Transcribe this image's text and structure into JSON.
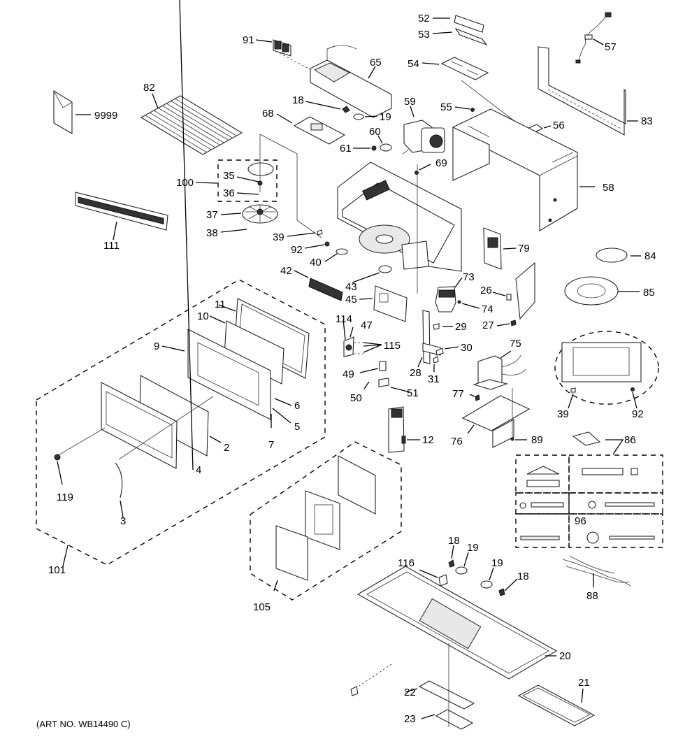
{
  "diagram": {
    "title": "Microwave oven exploded parts diagram",
    "caption": "(ART NO. WB14490 C)",
    "callouts": [
      {
        "id": "c9999",
        "text": "9999",
        "part": "owner-manual"
      },
      {
        "id": "c82",
        "text": "82",
        "part": "grease-filter-rack"
      },
      {
        "id": "c91",
        "text": "91",
        "part": "vent-grille"
      },
      {
        "id": "c65",
        "text": "65",
        "part": "vent-motor-bracket"
      },
      {
        "id": "c18a",
        "text": "18",
        "part": "lamp-socket"
      },
      {
        "id": "c19a",
        "text": "19",
        "part": "lamp"
      },
      {
        "id": "c68",
        "text": "68",
        "part": "cover-plate"
      },
      {
        "id": "c52",
        "text": "52",
        "part": "top-cover"
      },
      {
        "id": "c53",
        "text": "53",
        "part": "top-bracket"
      },
      {
        "id": "c54",
        "text": "54",
        "part": "damper-plate"
      },
      {
        "id": "c57",
        "text": "57",
        "part": "power-cord"
      },
      {
        "id": "c83",
        "text": "83",
        "part": "mounting-plate"
      },
      {
        "id": "c59",
        "text": "59",
        "part": "vent-fan-motor"
      },
      {
        "id": "c60",
        "text": "60",
        "part": "thermostat"
      },
      {
        "id": "c61",
        "text": "61",
        "part": "screw"
      },
      {
        "id": "c55",
        "text": "55",
        "part": "screw"
      },
      {
        "id": "c56",
        "text": "56",
        "part": "cover"
      },
      {
        "id": "c69",
        "text": "69",
        "part": "screw"
      },
      {
        "id": "c58",
        "text": "58",
        "part": "outer-case"
      },
      {
        "id": "c100",
        "text": "100",
        "part": "turntable-assembly"
      },
      {
        "id": "c35",
        "text": "35",
        "part": "coupler"
      },
      {
        "id": "c36",
        "text": "36",
        "part": "shaft"
      },
      {
        "id": "c37",
        "text": "37",
        "part": "roller-guide"
      },
      {
        "id": "c38",
        "text": "38",
        "part": "screw"
      },
      {
        "id": "c39a",
        "text": "39",
        "part": "latch"
      },
      {
        "id": "c92a",
        "text": "92",
        "part": "latch-spring"
      },
      {
        "id": "c40",
        "text": "40",
        "part": "stirrer"
      },
      {
        "id": "c111",
        "text": "111",
        "part": "vent-grille-front"
      },
      {
        "id": "c79",
        "text": "79",
        "part": "control-board"
      },
      {
        "id": "c84",
        "text": "84",
        "part": "roller-ring"
      },
      {
        "id": "c85",
        "text": "85",
        "part": "glass-tray"
      },
      {
        "id": "c42",
        "text": "42",
        "part": "grille"
      },
      {
        "id": "c43",
        "text": "43",
        "part": "turntable-motor"
      },
      {
        "id": "c45",
        "text": "45",
        "part": "main-pcb"
      },
      {
        "id": "c73",
        "text": "73",
        "part": "magnetron"
      },
      {
        "id": "c74",
        "text": "74",
        "part": "screw"
      },
      {
        "id": "c26",
        "text": "26",
        "part": "fuse"
      },
      {
        "id": "c27",
        "text": "27",
        "part": "thermal-cutout"
      },
      {
        "id": "c29",
        "text": "29",
        "part": "switch"
      },
      {
        "id": "c30",
        "text": "30",
        "part": "switch"
      },
      {
        "id": "c28",
        "text": "28",
        "part": "latch-board"
      },
      {
        "id": "c31",
        "text": "31",
        "part": "switch"
      },
      {
        "id": "c114",
        "text": "114",
        "part": "bracket"
      },
      {
        "id": "c47",
        "text": "47",
        "part": "relay"
      },
      {
        "id": "c115",
        "text": "115",
        "part": "screws"
      },
      {
        "id": "c49",
        "text": "49",
        "part": "capacitor"
      },
      {
        "id": "c50",
        "text": "50",
        "part": "screw"
      },
      {
        "id": "c51",
        "text": "51",
        "part": "diode-bracket"
      },
      {
        "id": "c75",
        "text": "75",
        "part": "transformer"
      },
      {
        "id": "c77",
        "text": "77",
        "part": "screw"
      },
      {
        "id": "c76",
        "text": "76",
        "part": "base-plate"
      },
      {
        "id": "c89",
        "text": "89",
        "part": "screw"
      },
      {
        "id": "c39b",
        "text": "39",
        "part": "latch"
      },
      {
        "id": "c92b",
        "text": "92",
        "part": "latch-spring"
      },
      {
        "id": "c86",
        "text": "86",
        "part": "installation-kit"
      },
      {
        "id": "c96",
        "text": "96",
        "part": "hardware-kit"
      },
      {
        "id": "c88",
        "text": "88",
        "part": "wire-harness"
      },
      {
        "id": "c12",
        "text": "12",
        "part": "control-panel"
      },
      {
        "id": "c11",
        "text": "11",
        "part": "door-choke"
      },
      {
        "id": "c10",
        "text": "10",
        "part": "door-screen"
      },
      {
        "id": "c9",
        "text": "9",
        "part": "door-frame"
      },
      {
        "id": "c6",
        "text": "6",
        "part": "hinge"
      },
      {
        "id": "c5",
        "text": "5",
        "part": "latch-spring"
      },
      {
        "id": "c7",
        "text": "7",
        "part": "screw"
      },
      {
        "id": "c2",
        "text": "2",
        "part": "door-glass"
      },
      {
        "id": "c4",
        "text": "4",
        "part": "door-panel"
      },
      {
        "id": "c119",
        "text": "119",
        "part": "logo"
      },
      {
        "id": "c3",
        "text": "3",
        "part": "door-handle"
      },
      {
        "id": "c101",
        "text": "101",
        "part": "door-assembly"
      },
      {
        "id": "c105",
        "text": "105",
        "part": "control-panel-assembly"
      },
      {
        "id": "c18b",
        "text": "18",
        "part": "lamp-socket"
      },
      {
        "id": "c19b",
        "text": "19",
        "part": "lamp"
      },
      {
        "id": "c19c",
        "text": "19",
        "part": "lamp"
      },
      {
        "id": "c18c",
        "text": "18",
        "part": "lamp-socket"
      },
      {
        "id": "c116",
        "text": "116",
        "part": "lamp-bracket"
      },
      {
        "id": "c20",
        "text": "20",
        "part": "bottom-plate"
      },
      {
        "id": "c21",
        "text": "21",
        "part": "grease-filter"
      },
      {
        "id": "c22",
        "text": "22",
        "part": "lens"
      },
      {
        "id": "c23",
        "text": "23",
        "part": "lamp-cover"
      }
    ]
  }
}
